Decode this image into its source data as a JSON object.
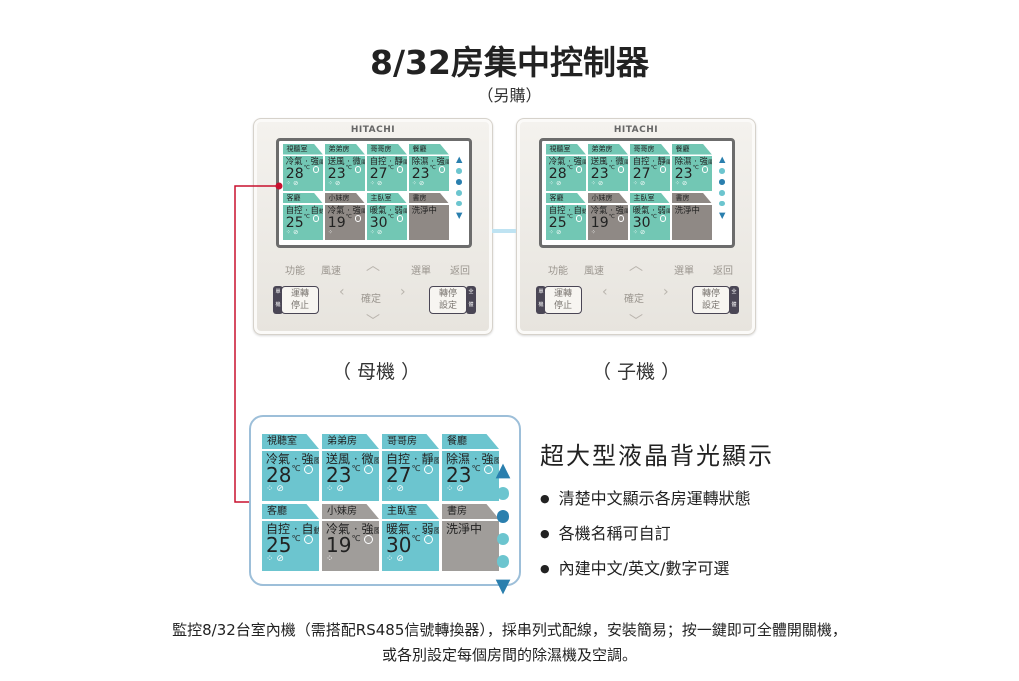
{
  "title": "8/32房集中控制器",
  "subtitle": "（另購）",
  "brand": "HITACHI",
  "controller_buttons": {
    "func": "功能",
    "speed": "風速",
    "menu": "選單",
    "back": "返回",
    "ok": "確定",
    "run_stop": [
      "運轉",
      "停止"
    ],
    "timer": [
      "轉停",
      "設定"
    ],
    "single": "單機",
    "all": "全體"
  },
  "captions": {
    "master": "（ 母機 ）",
    "slave": "（ 子機 ）"
  },
  "rooms": [
    {
      "name": "視聽室",
      "mode": "冷氣",
      "speed": "強",
      "suffix": "風",
      "temp": "28",
      "state": "on"
    },
    {
      "name": "弟弟房",
      "mode": "送風",
      "speed": "微",
      "suffix": "風",
      "temp": "23",
      "state": "on",
      "selected": true
    },
    {
      "name": "哥哥房",
      "mode": "自控",
      "speed": "靜",
      "suffix": "風",
      "temp": "27",
      "state": "on"
    },
    {
      "name": "餐廳",
      "mode": "除濕",
      "speed": "強",
      "suffix": "風",
      "temp": "23",
      "state": "on"
    },
    {
      "name": "客廳",
      "mode": "自控",
      "speed": "自",
      "suffix": "動",
      "temp": "25",
      "state": "on"
    },
    {
      "name": "小妹房",
      "mode": "冷氣",
      "speed": "強",
      "suffix": "風",
      "temp": "19",
      "state": "off"
    },
    {
      "name": "主臥室",
      "mode": "暖氣",
      "speed": "弱",
      "suffix": "風",
      "temp": "30",
      "state": "on"
    },
    {
      "name": "書房",
      "status": "洗淨中",
      "state": "clean"
    }
  ],
  "deg": "℃",
  "features": {
    "heading": "超大型液晶背光顯示",
    "items": [
      "清楚中文顯示各房運轉狀態",
      "各機名稱可自訂",
      "內建中文/英文/數字可選"
    ]
  },
  "footer": [
    "監控8/32台室內機（需搭配RS485信號轉換器），採串列式配線，安裝簡易；按一鍵即可全體開關機，",
    "或各別設定每個房間的除濕機及空調。"
  ],
  "colors": {
    "tile": "#6cc5cf",
    "tile_off": "#a09d9a",
    "accent": "#2a7fae",
    "pointer": "#c8102e"
  }
}
